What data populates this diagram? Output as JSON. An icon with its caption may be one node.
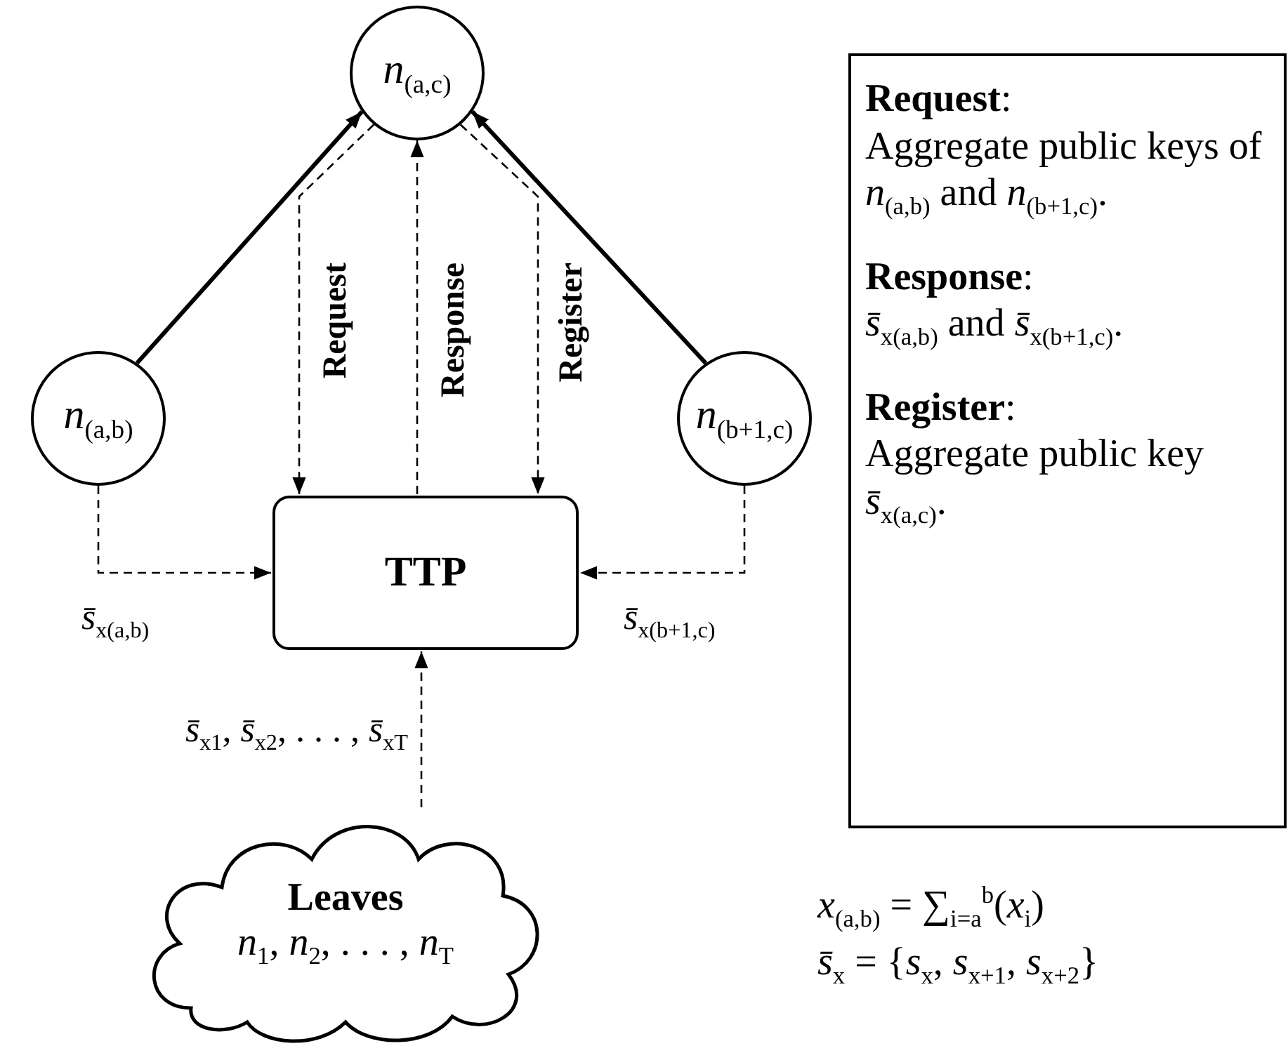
{
  "diagram": {
    "nodes": [
      {
        "text": [
          "*n*$_{(a,c)}$"
        ]
      },
      {
        "text": [
          "*n*$_{(a,b)}$"
        ]
      },
      {
        "text": [
          "*n*$_{(b+1,c)}$"
        ]
      },
      {
        "text": [
          "TTP"
        ]
      },
      {
        "text": [
          "Leaves",
          "*n*$_{1}$, *n*$_{2}$, . . . , *n*$_{T}$"
        ]
      },
      {
        "text": [
          "**Request**:",
          "Aggregate public keys of *n*$_{(a,b)}$ and *n*$_{(b+1,c)}$.",
          "**Response**:",
          "*s̄*$_{x(a,b)}$ and *s̄*$_{x(b+1,c)}$.",
          "**Register**:",
          "Aggregate public key *s̄*$_{x(a,c)}$."
        ]
      }
    ],
    "edges": [
      {
        "from": 1,
        "to": 0,
        "arrow": "to",
        "style": "thick"
      },
      {
        "from": 2,
        "to": 0,
        "arrow": "to",
        "style": "thick"
      },
      {
        "from": 0,
        "to": 3,
        "arrow": "to",
        "style": "dashed",
        "label": "Request"
      },
      {
        "from": 3,
        "to": 0,
        "arrow": "to",
        "style": "dashed",
        "label": "Response"
      },
      {
        "from": 0,
        "to": 3,
        "arrow": "to",
        "style": "dashed",
        "label": "Register"
      },
      {
        "from": 1,
        "to": 3,
        "arrow": "to",
        "style": "dashed",
        "label": "*s̄*$_{x(a,b)}$"
      },
      {
        "from": 2,
        "to": 3,
        "arrow": "to",
        "style": "dashed",
        "label": "*s̄*$_{x(b+1,c)}$"
      },
      {
        "from": 4,
        "to": 3,
        "arrow": "to",
        "style": "dashed",
        "label": "*s̄*$_{x1}$, *s̄*$_{x2}$, . . . , *s̄*$_{xT}$"
      }
    ],
    "labels": [
      "*x*$_{(a,b)}$ = ∑$_{i=a}$$^{b}$(*x*$_{i}$)",
      "*s̄*$_{x}$ = {*s*$_{x}$, *s*$_{x+1}$, *s*$_{x+2}$}"
    ]
  }
}
